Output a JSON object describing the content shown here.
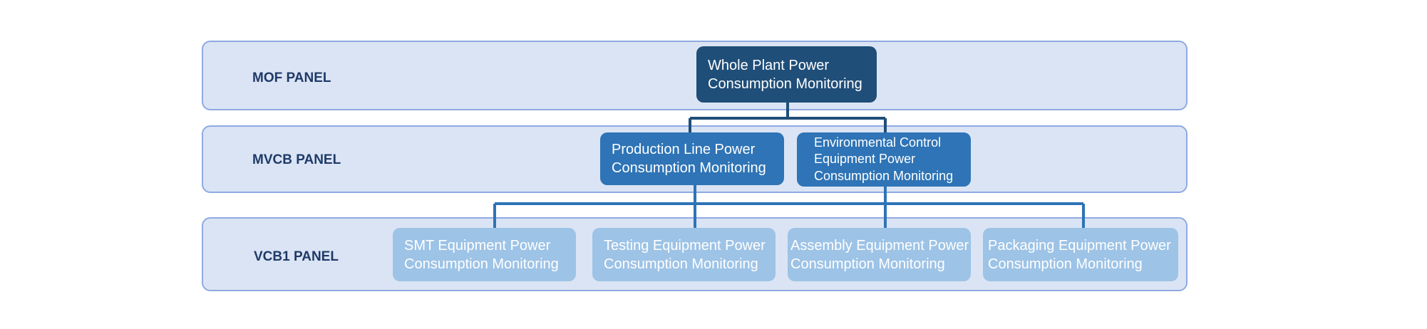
{
  "bands": {
    "mof": {
      "label": "MOF PANEL"
    },
    "mvcb": {
      "label": "MVCB PANEL"
    },
    "vcb1": {
      "label": "VCB1 PANEL"
    }
  },
  "nodes": {
    "whole_plant": {
      "line1": "Whole Plant Power",
      "line2": "Consumption Monitoring"
    },
    "production_line": {
      "line1": "Production Line Power",
      "line2": "Consumption Monitoring"
    },
    "environmental": {
      "line1": "Environmental Control",
      "line2": "Equipment Power",
      "line3": "Consumption Monitoring"
    },
    "smt": {
      "line1": "SMT Equipment Power",
      "line2": "Consumption Monitoring"
    },
    "testing": {
      "line1": "Testing Equipment Power",
      "line2": "Consumption Monitoring"
    },
    "assembly": {
      "line1": "Assembly Equipment Power",
      "line2": "Consumption Monitoring"
    },
    "packaging": {
      "line1": "Packaging Equipment Power",
      "line2": "Consumption Monitoring"
    }
  },
  "colors": {
    "band_fill": "#dbe4f4",
    "band_border": "#8eaae2",
    "level1": "#1f4e79",
    "level2": "#2e74b6",
    "level3": "#9dc3e6",
    "connector_dark": "#1f4e79",
    "connector_mid": "#2e74b6"
  }
}
